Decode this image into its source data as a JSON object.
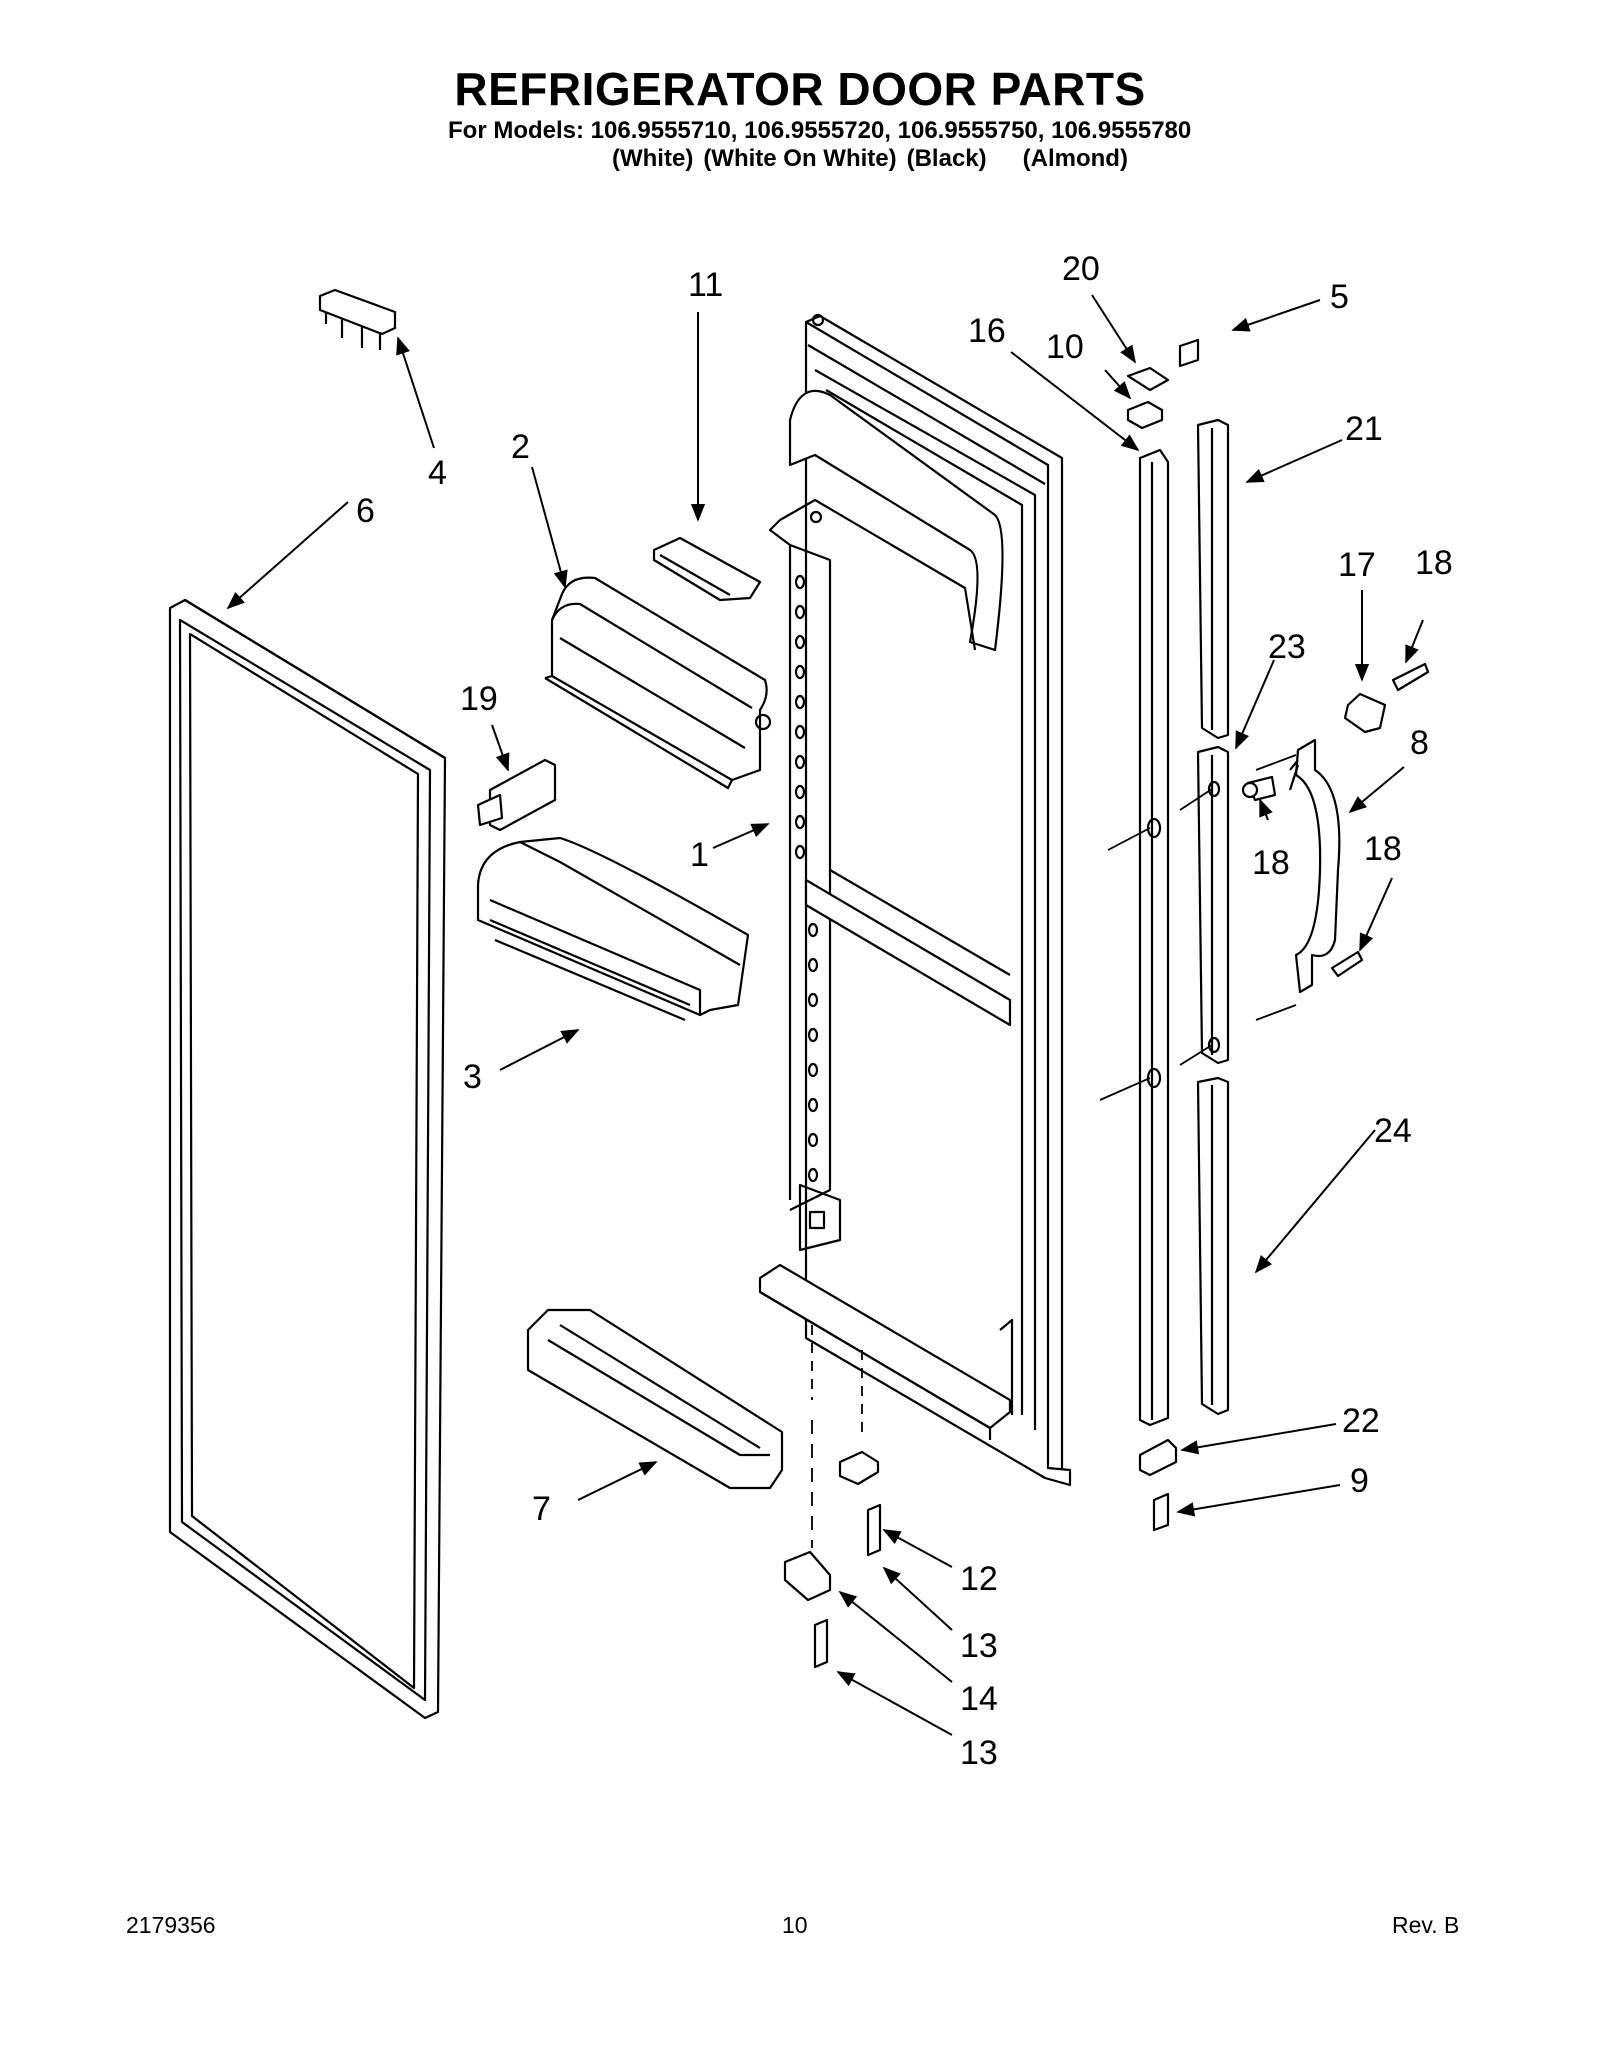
{
  "header": {
    "title": "REFRIGERATOR DOOR PARTS",
    "models_line": "For Models: 106.9555710, 106.9555720, 106.9555750, 106.9555780",
    "color_variants": [
      "(White)",
      "(White On White)",
      "(Black)",
      "(Almond)"
    ]
  },
  "callouts": [
    "1",
    "2",
    "3",
    "4",
    "5",
    "6",
    "7",
    "8",
    "9",
    "10",
    "11",
    "12",
    "13",
    "13",
    "14",
    "16",
    "17",
    "18",
    "18",
    "18",
    "19",
    "20",
    "21",
    "22",
    "23",
    "24"
  ],
  "footer": {
    "doc_number": "2179356",
    "page_number": "10",
    "revision": "Rev. B"
  }
}
